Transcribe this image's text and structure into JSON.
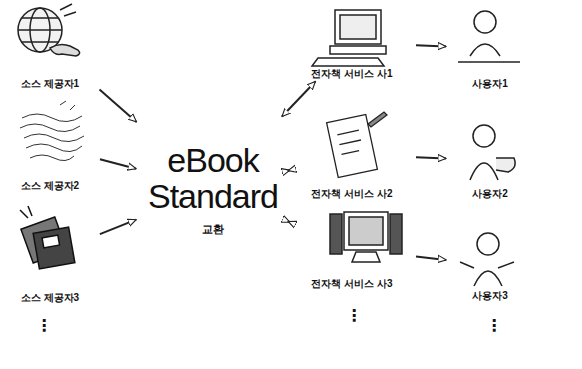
{
  "diagram": {
    "nodes": [
      {
        "text": [
          "소스 제공자1"
        ]
      },
      {
        "text": [
          "소스 제공자2"
        ]
      },
      {
        "text": [
          "소스 제공자3"
        ]
      },
      {
        "text": [
          "eBook Standard",
          "교환"
        ]
      },
      {
        "text": [
          "전자책 서비스 사1"
        ]
      },
      {
        "text": [
          "전자책 서비스 사2"
        ]
      },
      {
        "text": [
          "전자책 서비스 사3"
        ]
      },
      {
        "text": [
          "사용자1"
        ]
      },
      {
        "text": [
          "사용자2"
        ]
      },
      {
        "text": [
          "사용자3"
        ]
      }
    ],
    "edges": [
      {
        "from": 0,
        "to": 3,
        "arrow": "to"
      },
      {
        "from": 1,
        "to": 3,
        "arrow": "to"
      },
      {
        "from": 2,
        "to": 3,
        "arrow": "to"
      },
      {
        "from": 3,
        "to": 4,
        "arrow": "both"
      },
      {
        "from": 3,
        "to": 5,
        "arrow": "both"
      },
      {
        "from": 3,
        "to": 6,
        "arrow": "both"
      },
      {
        "from": 4,
        "to": 7,
        "arrow": "to"
      },
      {
        "from": 5,
        "to": 8,
        "arrow": "to"
      },
      {
        "from": 6,
        "to": 9,
        "arrow": "to"
      }
    ],
    "labels": [
      "⋮",
      "⋮",
      "⋮"
    ]
  }
}
